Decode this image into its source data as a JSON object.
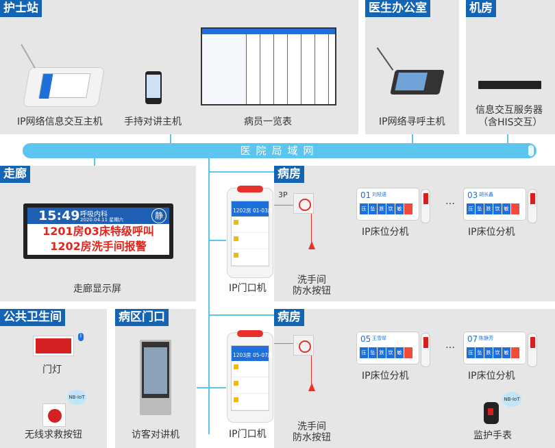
{
  "network": {
    "label": "医院局域网"
  },
  "sections": {
    "nurse_station": {
      "title": "护士站",
      "devices": [
        "IP网络信息交互主机",
        "手持对讲主机",
        "病员一览表"
      ]
    },
    "doctor_office": {
      "title": "医生办公室",
      "devices": [
        "IP网络寻呼主机"
      ]
    },
    "server_room": {
      "title": "机房",
      "device_line1": "信息交互服务器",
      "device_line2": "（含HIS交互）"
    },
    "corridor": {
      "title": "走廊",
      "device": "走廊显示屏",
      "screen": {
        "time": "15:49",
        "dept": "呼吸内科",
        "date": "2020.04.11  星期六",
        "mute": "静",
        "line1": "1201房03床特级呼叫",
        "line2": "1202房洗手间报警"
      }
    },
    "public_toilet": {
      "title": "公共卫生间",
      "devices": [
        "门灯",
        "无线求救按钮"
      ],
      "bubble": "NB-IoT"
    },
    "ward_entrance": {
      "title": "病区门口",
      "device": "访客对讲机"
    },
    "ward1": {
      "title": "病房",
      "door_unit": "IP门口机",
      "door_screen": "1202房 01-03床",
      "cable": "3P",
      "button_line1": "洗手间",
      "button_line2": "防水按钮",
      "beds": [
        {
          "num": "01",
          "name": "刘轻语"
        },
        {
          "num": "03",
          "name": "胡长鑫"
        }
      ],
      "bed_label": "IP床位分机",
      "ellipsis": "…"
    },
    "ward2": {
      "title": "病房",
      "door_unit": "IP门口机",
      "door_screen": "1203房 05-07床",
      "button_line1": "洗手间",
      "button_line2": "防水按钮",
      "beds": [
        {
          "num": "05",
          "name": "王雪琴"
        },
        {
          "num": "07",
          "name": "陈静芳"
        }
      ],
      "bed_label": "IP床位分机",
      "ellipsis": "…",
      "watch": "监护手表",
      "bubble": "NB-IoT"
    }
  },
  "bed_tiles": [
    "压",
    "坠",
    "跌",
    "饮",
    "敏"
  ],
  "colors": {
    "tag": "#1464b4",
    "network": "#5bc4ef",
    "panel": "#e6e6e6",
    "alert": "#e8302a",
    "screen_blue": "#1e6fd9"
  }
}
